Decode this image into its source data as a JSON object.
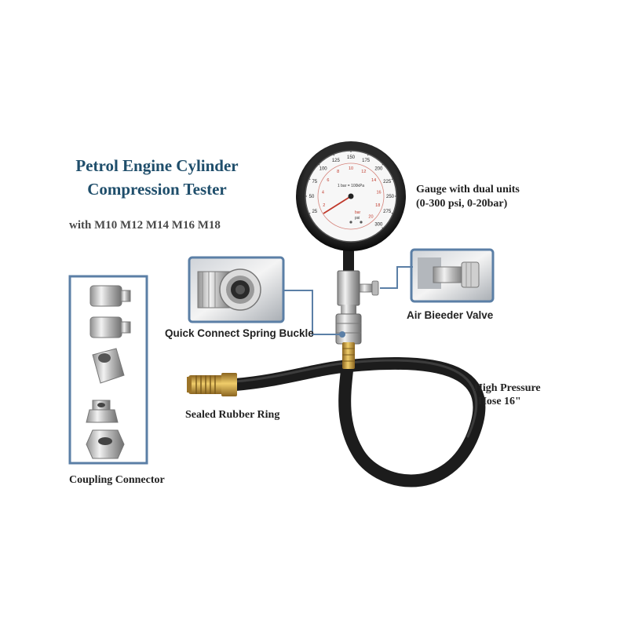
{
  "title_line1": "Petrol Engine Cylinder",
  "title_line2": "Compression Tester",
  "subtitle": "with M10 M12 M14 M16 M18",
  "gauge": {
    "label_line1": "Gauge with dual units",
    "label_line2": "(0-300 psi,  0-20bar)",
    "psi_ticks": [
      "25",
      "50",
      "75",
      "100",
      "125",
      "150",
      "175",
      "200",
      "225",
      "250",
      "275",
      "300"
    ],
    "bar_ticks": [
      "2",
      "4",
      "6",
      "8",
      "10",
      "12",
      "14",
      "16",
      "18",
      "20"
    ],
    "face_text": "1 bar = 100kPa",
    "unit_bar": "bar",
    "unit_psi": "psi"
  },
  "labels": {
    "quick_connect": "Quick Connect Spring Buckle",
    "air_bleeder": "Air Bieeder Valve",
    "sealed_ring": "Sealed Rubber Ring",
    "hose_line1": "High Pressure",
    "hose_line2": "Hose 16\"",
    "coupling": "Coupling Connector"
  },
  "colors": {
    "title": "#1f4e6b",
    "frame": "#5b7fa6",
    "hose": "#1c1c1c",
    "brass": "#c9a04a",
    "bar_scale": "#c0392b"
  }
}
